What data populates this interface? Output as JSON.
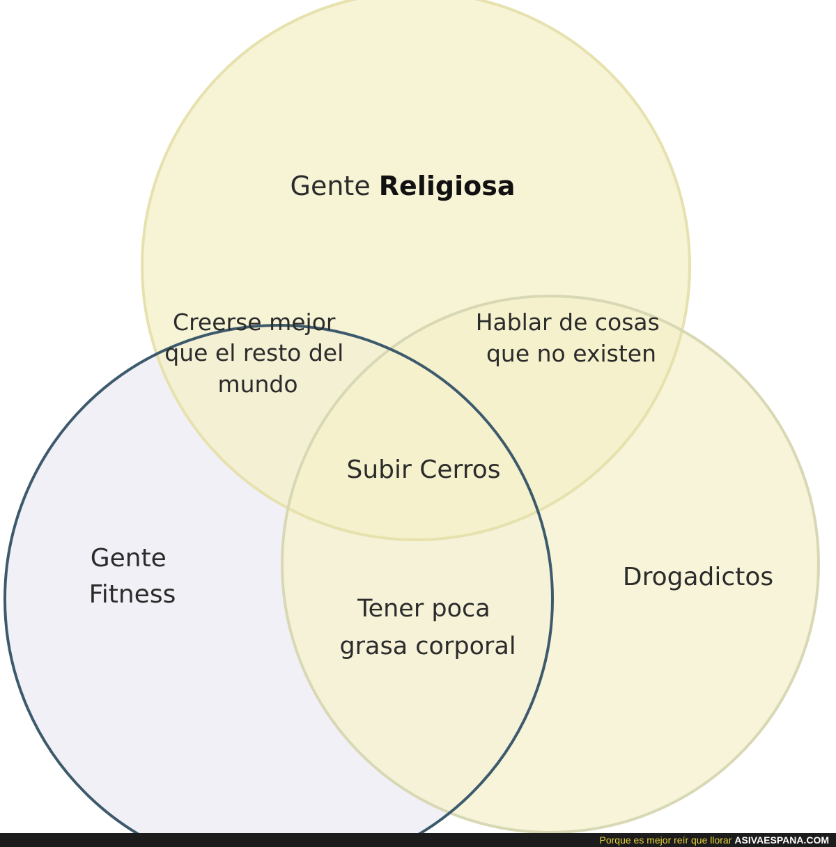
{
  "diagram": {
    "sets": [
      {
        "id": "religiosa",
        "label_prefix": "Gente",
        "label_bold": "Religiosa",
        "fill": "#f5f2cf",
        "stroke": "#e8e3b0"
      },
      {
        "id": "fitness",
        "label_lines": [
          "Gente",
          "Fitness"
        ],
        "fill": "#f1eff7",
        "stroke": "#3d5a6c"
      },
      {
        "id": "drogadictos",
        "label_lines": [
          "Drogadictos"
        ],
        "fill": "#f7f3d6",
        "stroke": "#dcdcb8"
      }
    ],
    "intersections": {
      "religiosa_fitness": [
        "Creerse mejor",
        "que el resto del",
        "mundo"
      ],
      "religiosa_drogadictos": [
        "Hablar de cosas",
        "que no existen"
      ],
      "fitness_drogadictos": [
        "Tener poca",
        "grasa corporal"
      ],
      "all_three": [
        "Subir Cerros"
      ]
    }
  },
  "footer": {
    "tagline": "Porque es mejor reír que llorar",
    "site": "ASIVAESPANA.COM"
  }
}
